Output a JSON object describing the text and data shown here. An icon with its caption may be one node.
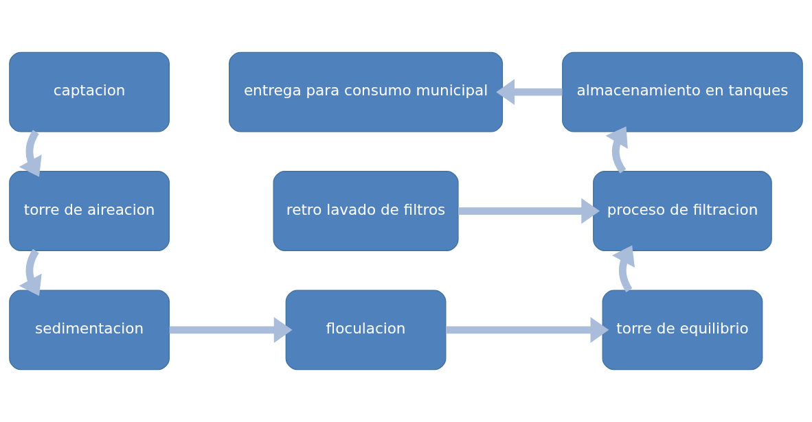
{
  "diagram": {
    "nodes": [
      {
        "text": [
          "captacion"
        ]
      },
      {
        "text": [
          "torre de aireacion"
        ]
      },
      {
        "text": [
          "sedimentacion"
        ]
      },
      {
        "text": [
          "floculacion"
        ]
      },
      {
        "text": [
          "torre de equilibrio"
        ]
      },
      {
        "text": [
          "proceso de filtracion"
        ]
      },
      {
        "text": [
          "retro lavado de filtros"
        ]
      },
      {
        "text": [
          "almacenamiento en tanques"
        ]
      },
      {
        "text": [
          "entrega para consumo municipal"
        ]
      }
    ],
    "edges": [
      {
        "from": 0,
        "to": 1,
        "arrow": "to"
      },
      {
        "from": 1,
        "to": 2,
        "arrow": "to"
      },
      {
        "from": 2,
        "to": 3,
        "arrow": "to"
      },
      {
        "from": 3,
        "to": 4,
        "arrow": "to"
      },
      {
        "from": 4,
        "to": 5,
        "arrow": "to"
      },
      {
        "from": 6,
        "to": 5,
        "arrow": "to"
      },
      {
        "from": 5,
        "to": 7,
        "arrow": "to"
      },
      {
        "from": 7,
        "to": 8,
        "arrow": "to"
      }
    ]
  }
}
